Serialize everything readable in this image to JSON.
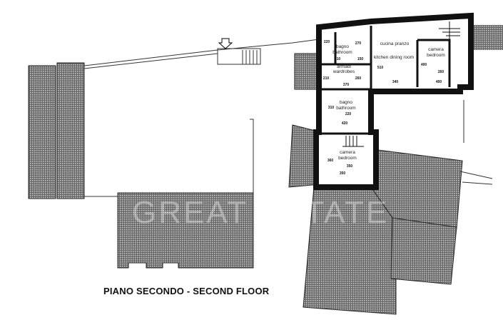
{
  "caption": "PIANO SECONDO - SECOND FLOOR",
  "watermark": "GREAT ESTATE",
  "rooms": [
    {
      "it": "bagno",
      "en": "bathroom"
    },
    {
      "it": "armadi",
      "en": "wardrobes"
    },
    {
      "it": "cucina pranzo",
      "en": "kitchen dining room"
    },
    {
      "it": "camera",
      "en": "bedroom"
    },
    {
      "it": "bagno",
      "en": "bathroom"
    },
    {
      "it": "camera",
      "en": "bedroom"
    }
  ],
  "dimensions": [
    "220",
    "270",
    "210",
    "150",
    "210",
    "260",
    "370",
    "510",
    "340",
    "400",
    "260",
    "400",
    "310",
    "220",
    "420",
    "360",
    "350",
    "350"
  ],
  "colors": {
    "walls": "#111111",
    "roof_hatch": "#555555",
    "background": "#ffffff"
  }
}
